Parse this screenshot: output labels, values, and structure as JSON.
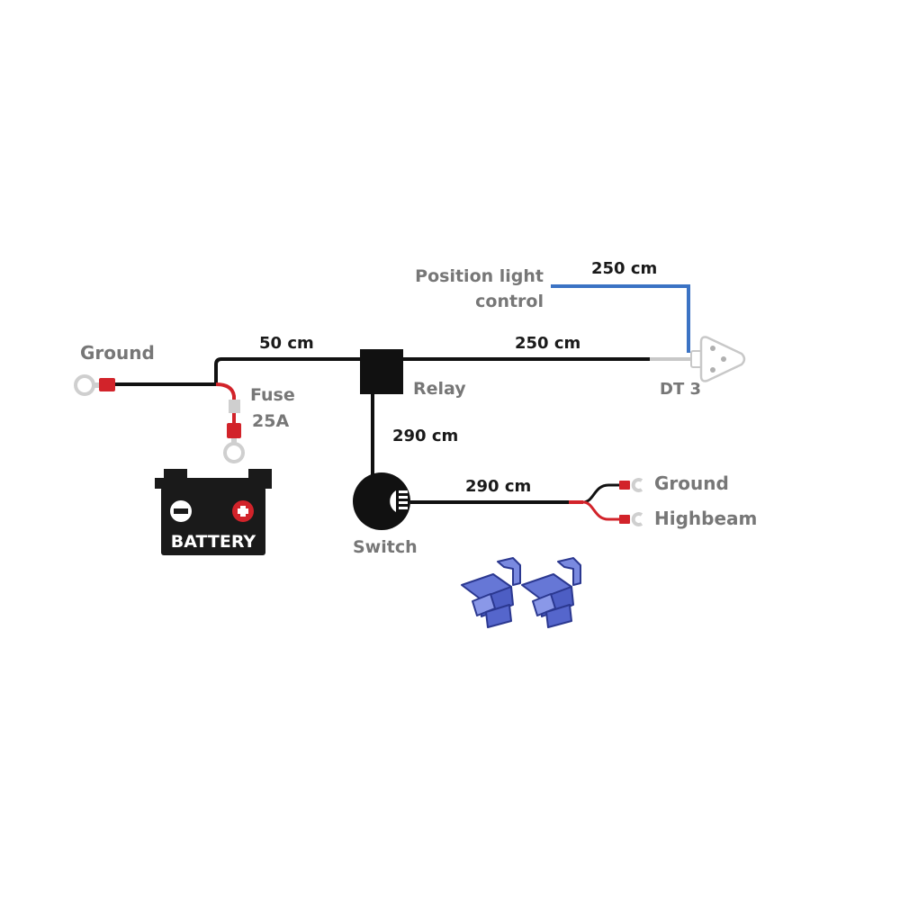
{
  "labels": {
    "ground_top": "Ground",
    "fuse": "Fuse",
    "fuse_rating": "25A",
    "battery": "BATTERY",
    "len_50": "50 cm",
    "relay": "Relay",
    "len_250_main": "250 cm",
    "position_light_1": "Position light",
    "position_light_2": "control",
    "len_250_blue": "250 cm",
    "dt3": "DT 3",
    "len_290_vertical": "290 cm",
    "switch": "Switch",
    "len_290_horizontal": "290 cm",
    "ground_right": "Ground",
    "highbeam": "Highbeam"
  },
  "colors": {
    "wire_black": "#111111",
    "wire_red": "#d2232a",
    "wire_blue": "#3b73c4",
    "label_grey": "#777777",
    "label_black": "#1a1a1a",
    "battery_body": "#1a1a1a",
    "clip_blue": "#5a6fd0"
  }
}
